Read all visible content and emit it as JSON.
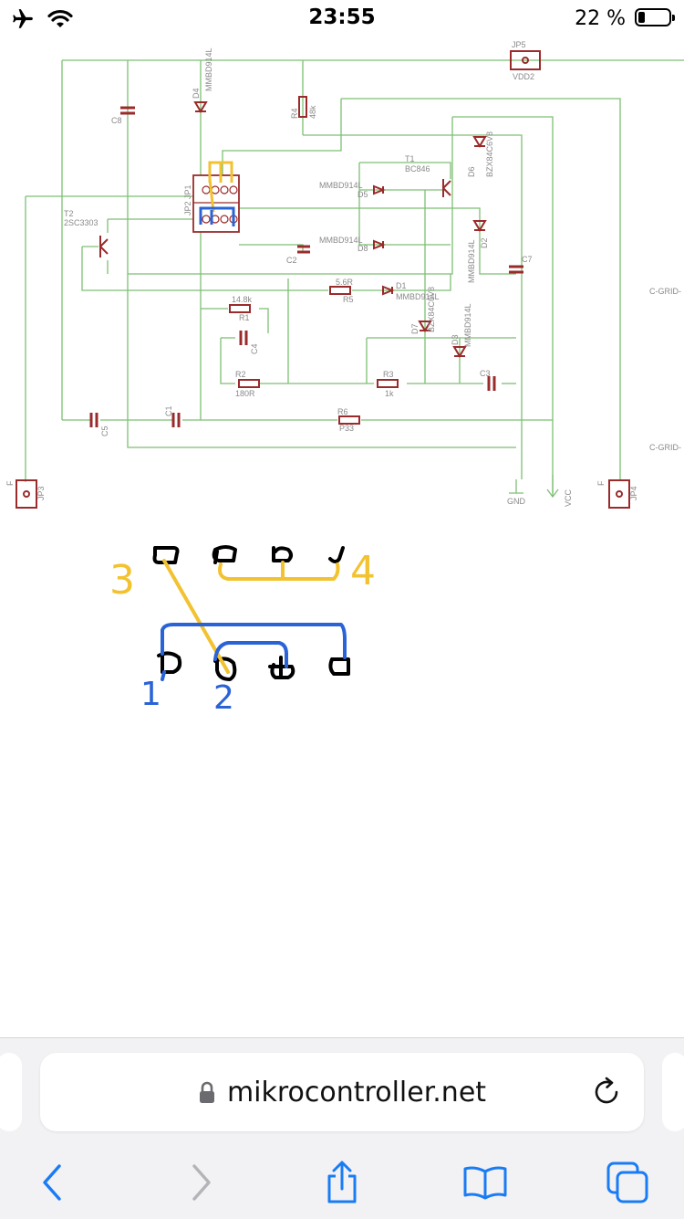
{
  "status_bar": {
    "time": "23:55",
    "battery_percent_text": "22 %",
    "battery_level": 0.22,
    "icons": [
      "airplane-icon",
      "wifi-icon",
      "battery-icon"
    ]
  },
  "schematic": {
    "components": {
      "jp5": "JP5",
      "vdd2": "VDD2",
      "d4": "D4",
      "d4_part": "MMBD914L",
      "c8": "C8",
      "r4": "R4",
      "r4_val": "48k",
      "jp2": "JP2",
      "jp1": "JP1",
      "t2": "T2",
      "t2_part": "2SC3303",
      "t1": "T1",
      "t1_part": "BC846",
      "d6": "D6",
      "d6_part": "BZX84C6V8",
      "mmbd_d5": "MMBD914L",
      "d5": "D5",
      "mmbd_d8": "MMBD914L",
      "d8": "D8",
      "d2": "D2",
      "d2_part": "MMBD914L",
      "c2": "C2",
      "c7": "C7",
      "r5_val": "5.6R",
      "r5": "R5",
      "d1": "D1",
      "d1_part": "MMBD914L",
      "r1_val": "14.8k",
      "r1": "R1",
      "d7": "D7",
      "d7_part": "BZX84C6V8",
      "d3": "D3",
      "d3_part": "MMBD914L",
      "c4": "C4",
      "r2": "R2",
      "r2_val": "180R",
      "r3": "R3",
      "r3_val": "1k",
      "c3": "C3",
      "c5": "C5",
      "c1": "C1",
      "r6": "R6",
      "r6_val": "P33",
      "c_grid_1": "C-GRID-",
      "c_grid_2": "C-GRID-",
      "jp3": "JP3",
      "jp3_f": "F",
      "jp4": "JP4",
      "jp4_f": "F",
      "gnd": "GND",
      "vcc": "VCC"
    }
  },
  "sketch": {
    "labels": {
      "n3": "3",
      "n4": "4",
      "n1": "1",
      "n2": "2"
    },
    "colors": {
      "yellow": "#f2c230",
      "blue": "#2a63d6",
      "ink": "#000000"
    }
  },
  "address_bar": {
    "url": "mikrocontroller.net",
    "icons": [
      "lock-icon",
      "reload-icon"
    ]
  },
  "toolbar": {
    "icons": [
      "back-icon",
      "forward-icon",
      "share-icon",
      "bookmarks-icon",
      "tabs-icon"
    ]
  },
  "colors": {
    "schematic_wire": "#7dbf74",
    "schematic_part": "#9a2b2b",
    "schematic_text": "#8a8a8a",
    "ios_blue": "#1a7cf4",
    "ios_disabled": "#b4b4b8"
  }
}
